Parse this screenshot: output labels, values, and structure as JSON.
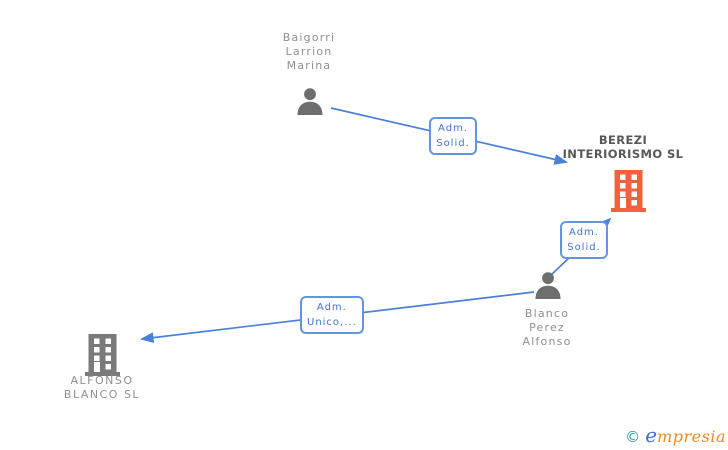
{
  "diagram": {
    "colors": {
      "edge": "#4a80d9",
      "edge_label_text": "#3f74cf",
      "edge_label_border": "#6394e3",
      "person_icon": "#6e6e6e",
      "person_label_text": "#8f8f8f",
      "company1_icon": "#f4603d",
      "company1_label_text": "#585858",
      "company2_icon": "#7a7a7a",
      "company2_label_text": "#8f8f8f"
    },
    "nodes": {
      "person1": {
        "type": "person",
        "name": "Baigorri Larrion Marina",
        "label_lines": [
          "Baigorri",
          "Larrion",
          "Marina"
        ]
      },
      "company1": {
        "type": "company",
        "name": "BEREZI INTERIORISMO SL",
        "label_lines": [
          "BEREZI",
          "INTERIORISMO SL"
        ]
      },
      "person2": {
        "type": "person",
        "name": "Blanco Perez Alfonso",
        "label_lines": [
          "Blanco",
          "Perez",
          "Alfonso"
        ]
      },
      "company2": {
        "type": "company",
        "name": "ALFONSO BLANCO SL",
        "label_lines": [
          "ALFONSO",
          "BLANCO SL"
        ]
      }
    },
    "edges": [
      {
        "from": "Baigorri Larrion Marina",
        "to": "BEREZI INTERIORISMO SL",
        "label_lines": [
          "Adm.",
          "Solid."
        ]
      },
      {
        "from": "Blanco Perez Alfonso",
        "to": "BEREZI INTERIORISMO SL",
        "label_lines": [
          "Adm.",
          "Solid."
        ]
      },
      {
        "from": "Blanco Perez Alfonso",
        "to": "ALFONSO BLANCO SL",
        "label_lines": [
          "Adm.",
          "Unico,..."
        ]
      }
    ]
  },
  "footer": {
    "copyright_symbol": "©",
    "brand_first_letter": "e",
    "brand_rest": "mpresia"
  }
}
